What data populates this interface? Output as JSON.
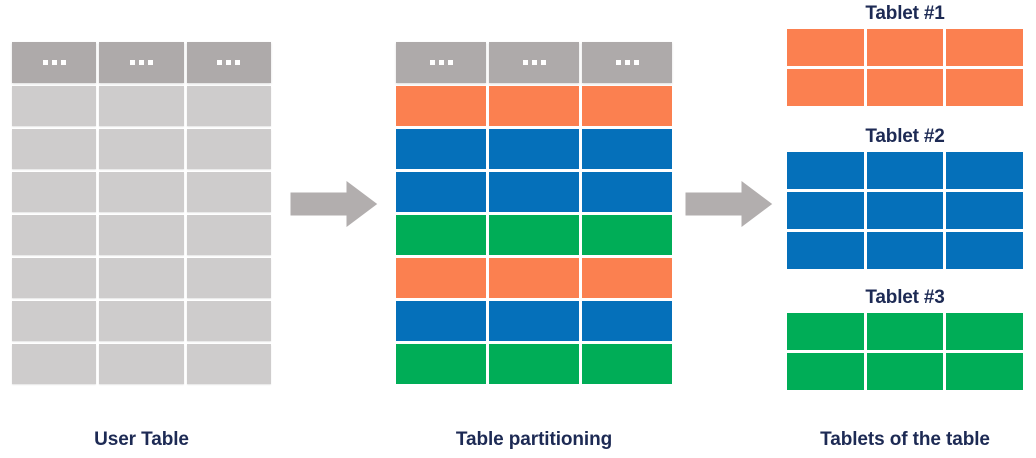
{
  "palette": {
    "background": "#ffffff",
    "header_gray": "#aeaaaa",
    "cell_gray": "#cecccc",
    "orange": "#fb8050",
    "blue": "#0570ba",
    "green": "#00ad57",
    "text_navy": "#1d2a54",
    "arrow_gray": "#b2aeae"
  },
  "user_table": {
    "caption": "User Table",
    "header_cells": [
      "…",
      "…",
      "…"
    ],
    "header_icon": "ellipsis-icon",
    "columns": 3,
    "body_rows": 7,
    "row_color": "#cecccc"
  },
  "partition_table": {
    "caption": "Table partitioning",
    "header_cells": [
      "…",
      "…",
      "…"
    ],
    "header_icon": "ellipsis-icon",
    "columns": 3,
    "rows": [
      {
        "partition": "Tablet #1",
        "color": "#fb8050"
      },
      {
        "partition": "Tablet #2",
        "color": "#0570ba"
      },
      {
        "partition": "Tablet #2",
        "color": "#0570ba"
      },
      {
        "partition": "Tablet #3",
        "color": "#00ad57"
      },
      {
        "partition": "Tablet #1",
        "color": "#fb8050"
      },
      {
        "partition": "Tablet #2",
        "color": "#0570ba"
      },
      {
        "partition": "Tablet #3",
        "color": "#00ad57"
      }
    ]
  },
  "tablets": {
    "caption": "Tablets of the table",
    "items": [
      {
        "title": "Tablet #1",
        "color": "#fb8050",
        "columns": 3,
        "rows": 2
      },
      {
        "title": "Tablet #2",
        "color": "#0570ba",
        "columns": 3,
        "rows": 3
      },
      {
        "title": "Tablet #3",
        "color": "#00ad57",
        "columns": 3,
        "rows": 2
      }
    ]
  },
  "arrows": [
    {
      "name": "arrow-user-to-partition",
      "direction": "right",
      "color": "#b2aeae"
    },
    {
      "name": "arrow-partition-to-tablets",
      "direction": "right",
      "color": "#b2aeae"
    }
  ]
}
